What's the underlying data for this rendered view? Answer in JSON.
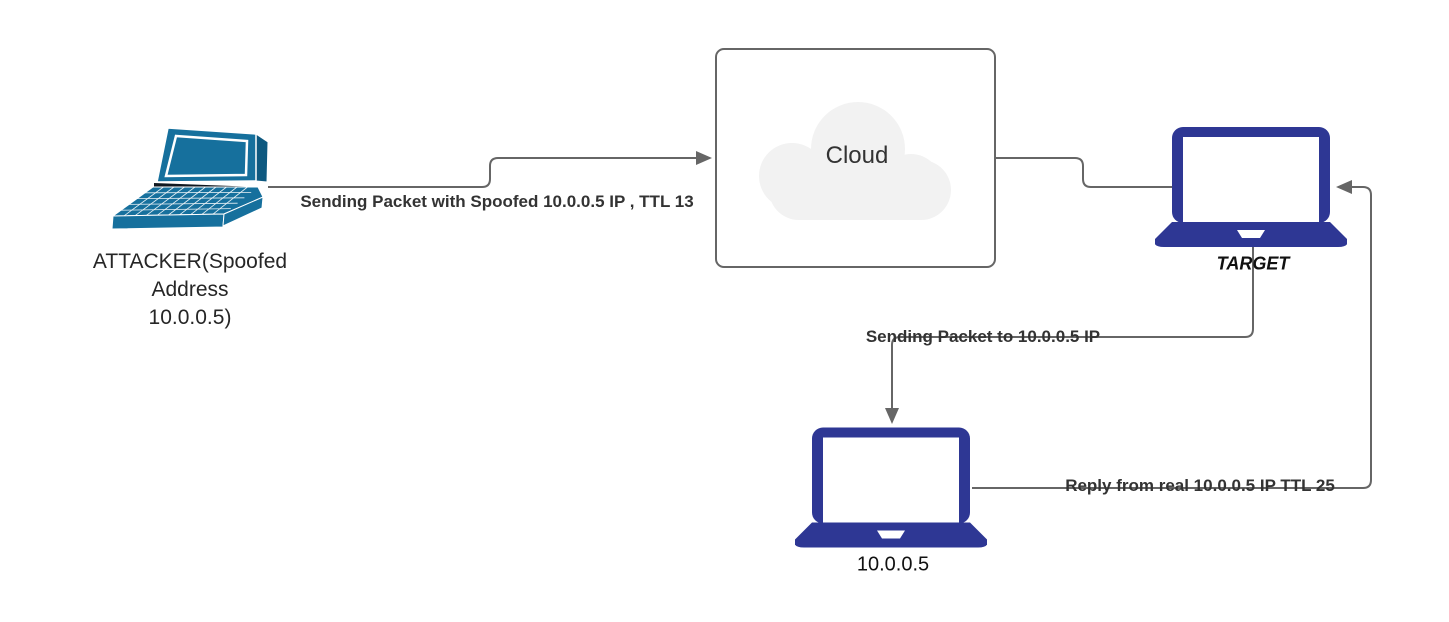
{
  "colors": {
    "edge": "#666666",
    "edge_label": "#333333",
    "node_label": "#262626",
    "attacker_laptop": "#16709d",
    "attacker_laptop_dark": "#0e5980",
    "navy_laptop": "#2e3794",
    "cloud_fill": "#f2f2f2",
    "cloud_border": "#666666"
  },
  "nodes": {
    "attacker": {
      "label": "ATTACKER(Spoofed\nAddress\n10.0.0.5)"
    },
    "cloud": {
      "label": "Cloud"
    },
    "target": {
      "label": "TARGET"
    },
    "real_host": {
      "label": "10.0.0.5"
    }
  },
  "edges": {
    "attacker_to_cloud": {
      "label": "Sending Packet with Spoofed 10.0.0.5 IP , TTL 13"
    },
    "cloud_to_target": {
      "label": ""
    },
    "target_to_real_host": {
      "label": "Sending Packet to 10.0.0.5 IP"
    },
    "real_host_to_target": {
      "label": "Reply from real 10.0.0.5 IP TTL 25"
    }
  }
}
